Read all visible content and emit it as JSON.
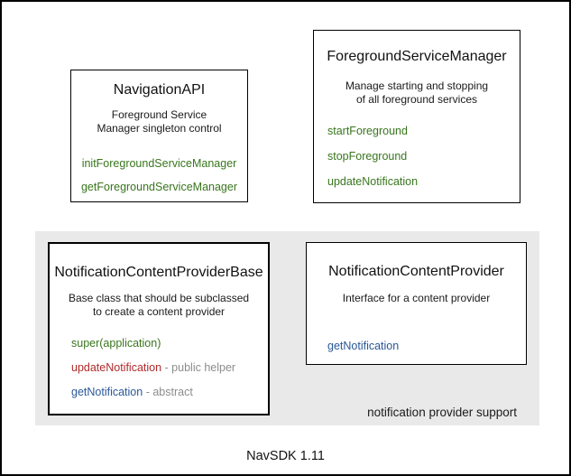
{
  "colors": {
    "method_green": "#38761d",
    "method_red": "#b02b2b",
    "method_blue": "#2a5798",
    "muted_gray_text": "#8c8c8c",
    "panel_background": "#e9e9e9",
    "border_black": "#000000"
  },
  "boxes": {
    "navigation_api": {
      "title": "NavigationAPI",
      "description_line1": "Foreground Service",
      "description_line2": "Manager singleton control",
      "methods": [
        {
          "name": "initForegroundServiceManager"
        },
        {
          "name": "getForegroundServiceManager"
        }
      ]
    },
    "foreground_service_manager": {
      "title": "ForegroundServiceManager",
      "description_line1": "Manage starting and stopping",
      "description_line2": "of all foreground services",
      "methods": [
        {
          "name": "startForeground"
        },
        {
          "name": "stopForeground"
        },
        {
          "name": "updateNotification"
        }
      ]
    },
    "notification_content_provider_base": {
      "title": "NotificationContentProviderBase",
      "description_line1": "Base class that should be subclassed",
      "description_line2": "to create a content provider",
      "methods": [
        {
          "name": "super(application)",
          "suffix": ""
        },
        {
          "name": "updateNotification",
          "suffix": " - public helper"
        },
        {
          "name": "getNotification",
          "suffix": " - abstract"
        }
      ]
    },
    "notification_content_provider": {
      "title": "NotificationContentProvider",
      "description_line1": "Interface for a content provider",
      "methods": [
        {
          "name": "getNotification"
        }
      ]
    }
  },
  "panel": {
    "caption": "notification provider support"
  },
  "footer": {
    "label": "NavSDK 1.11"
  }
}
